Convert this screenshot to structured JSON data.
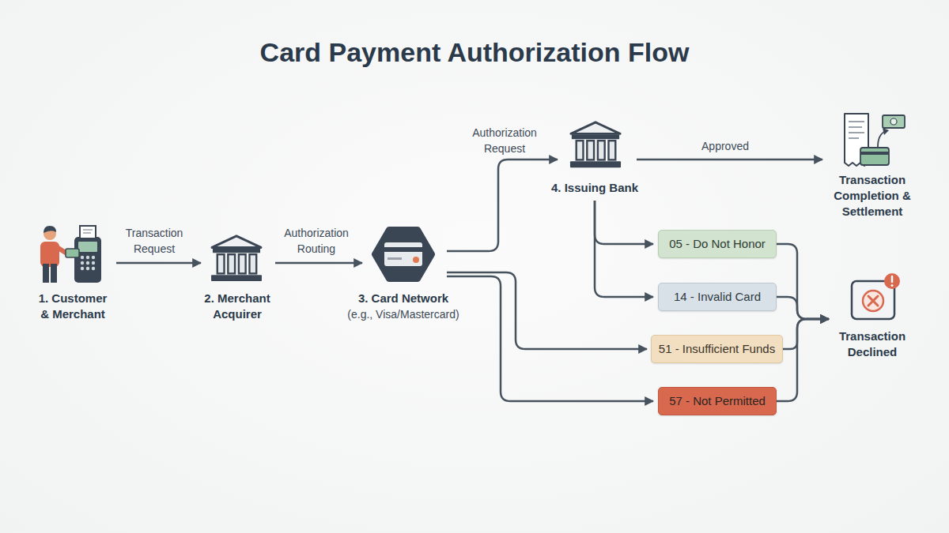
{
  "diagram": {
    "title": "Card Payment Authorization Flow",
    "nodes": [
      {
        "text": [
          "1. Customer & Merchant"
        ]
      },
      {
        "text": [
          "2. Merchant Acquirer"
        ]
      },
      {
        "text": [
          "3. Card Network",
          "(e.g., Visa/Mastercard)"
        ]
      },
      {
        "text": [
          "4. Issuing Bank"
        ]
      },
      {
        "text": [
          "Transaction Completion & Settlement"
        ]
      },
      {
        "text": [
          "05 - Do Not Honor"
        ]
      },
      {
        "text": [
          "14 - Invalid Card"
        ]
      },
      {
        "text": [
          "51 - Insufficient Funds"
        ]
      },
      {
        "text": [
          "57 - Not Permitted"
        ]
      },
      {
        "text": [
          "Transaction Declined"
        ]
      }
    ],
    "edges": [
      {
        "from": 0,
        "to": 1,
        "arrow": "to",
        "label": "Transaction Request"
      },
      {
        "from": 1,
        "to": 2,
        "arrow": "to",
        "label": "Authorization Routing"
      },
      {
        "from": 2,
        "to": 3,
        "arrow": "to",
        "label": "Authorization Request"
      },
      {
        "from": 3,
        "to": 4,
        "arrow": "to",
        "label": "Approved"
      },
      {
        "from": 3,
        "to": 5,
        "arrow": "to"
      },
      {
        "from": 3,
        "to": 6,
        "arrow": "to"
      },
      {
        "from": 2,
        "to": 7,
        "arrow": "to"
      },
      {
        "from": 2,
        "to": 8,
        "arrow": "to"
      },
      {
        "from": 5,
        "to": 9,
        "arrow": "to"
      },
      {
        "from": 6,
        "to": 9,
        "arrow": "to"
      },
      {
        "from": 7,
        "to": 9,
        "arrow": "to"
      },
      {
        "from": 8,
        "to": 9,
        "arrow": "to"
      }
    ]
  }
}
